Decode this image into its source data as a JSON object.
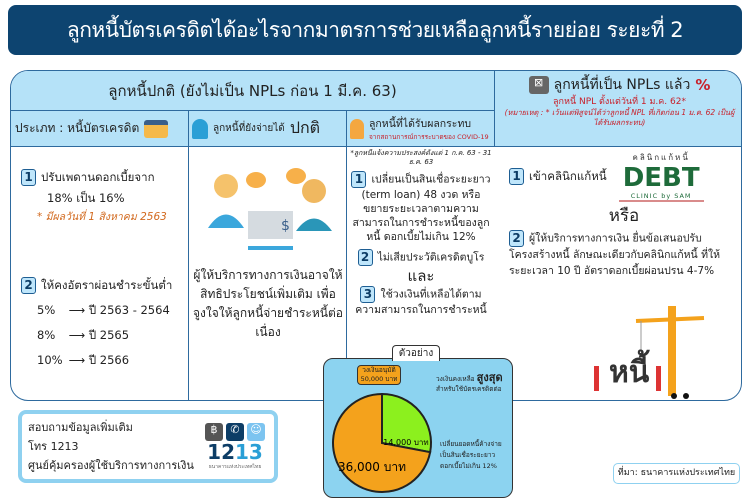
{
  "title": "ลูกหนี้บัตรเครดิตได้อะไรจากมาตรการช่วยเหลือลูกหนี้รายย่อย ระยะที่ 2",
  "normal_header": "ลูกหนี้ปกติ (ยังไม่เป็น NPLs ก่อน 1 มี.ค. 63)",
  "npl": {
    "title": "ลูกหนี้ที่เป็น NPLs แล้ว",
    "subtitle": "ลูกหนี้ NPL ตั้งแต่วันที่ 1 ม.ค. 62*",
    "note": "(หมายเหตุ : * เว้นแต่พิสูจน์ได้ว่าลูกหนี้ NPL ที่เกิดก่อน 1 ม.ค. 62 เป็นผู้ได้รับผลกระทบ)",
    "item1": "เข้าคลินิกแก้หนี้",
    "logo_top": "คลินิกแก้หนี้",
    "logo_main": "DEBT",
    "logo_bottom": "CLINIC by SAM",
    "or": "หรือ",
    "item2": "ผู้ให้บริการทางการเงิน ยื่นข้อเสนอปรับโครงสร้างหนี้ ลักษณะเดียวกับคลินิกแก้หนี้ ที่ให้ระยะเวลา 10 ปี อัตราดอกเบี้ยผ่อนปรน 4-7%",
    "debt_word": "หนี้"
  },
  "col1": {
    "header": "ประเภท : หนี้บัตรเครดิต",
    "item1": "ปรับเพดานดอกเบี้ยจาก",
    "item1b": "18% เป็น 16%",
    "effective": "* มีผลวันที่ 1 สิงหาคม 2563",
    "item2": "ให้คงอัตราผ่อนชำระขั้นต่ำ",
    "rates": [
      {
        "pct": "5%",
        "year": "ปี 2563 - 2564"
      },
      {
        "pct": "8%",
        "year": "ปี 2565"
      },
      {
        "pct": "10%",
        "year": "ปี 2566"
      }
    ]
  },
  "col2": {
    "header_a": "ลูกหนี้ที่ยังจ่ายได้",
    "header_b": "ปกติ",
    "body": "ผู้ให้บริการทางการเงินอาจให้สิทธิประโยชน์เพิ่มเติม เพื่อจูงใจให้ลูกหนี้จ่ายชำระหนี้ต่อเนื่อง"
  },
  "col3": {
    "header": "ลูกหนี้ที่ได้รับผลกระทบ",
    "header_sub": "จากสถานการณ์การระบาดของ COVID-19",
    "notice": "*ลูกหนี้แจ้งความประสงค์ตั้งแต่ 1 ก.ค. 63 - 31 ธ.ค. 63",
    "item1": "เปลี่ยนเป็นสินเชื่อระยะยาว (term loan) 48 งวด หรือ ขยายระยะเวลาตามความสามารถในการชำระหนี้ของลูกหนี้ ดอกเบี้ยไม่เกิน 12%",
    "item2": "ไม่เสียประวัติเครดิตบูโร",
    "and": "และ",
    "item3": "ใช้วงเงินที่เหลือได้ตามความสามารถในการชำระหนี้"
  },
  "example": {
    "tab": "ตัวอย่าง",
    "approved": "วงเงินอนุมัติ 50,000 บาท",
    "remain_a": "วงเงินคงเหลือ",
    "remain_b": "สูงสุด",
    "remain_c": "สำหรับใช้บัตรเครดิตต่อ",
    "convert": "เปลี่ยนยอดหนี้ค้างจ่ายเป็นสินเชื่อระยะยาว ดอกเบี้ยไม่เกิน 12%"
  },
  "chart_data": {
    "type": "pie",
    "title": "ตัวอย่าง",
    "total": 50000,
    "slices": [
      {
        "label": "14,000 บาท",
        "value": 14000,
        "color": "#8cf01e"
      },
      {
        "label": "36,000 บาท",
        "value": 36000,
        "color": "#f4a21c"
      }
    ]
  },
  "contact": {
    "line1": "สอบถามข้อมูลเพิ่มเติม",
    "line2": "โทร 1213",
    "line3": "ศูนย์คุ้มครองผู้ใช้บริการทางการเงิน",
    "logo_num_a": "12",
    "logo_num_b": "13",
    "logo_caption": "ธนาคารแห่งประเทศไทย"
  },
  "source": "ที่มา: ธนาคารแห่งประเทศไทย"
}
